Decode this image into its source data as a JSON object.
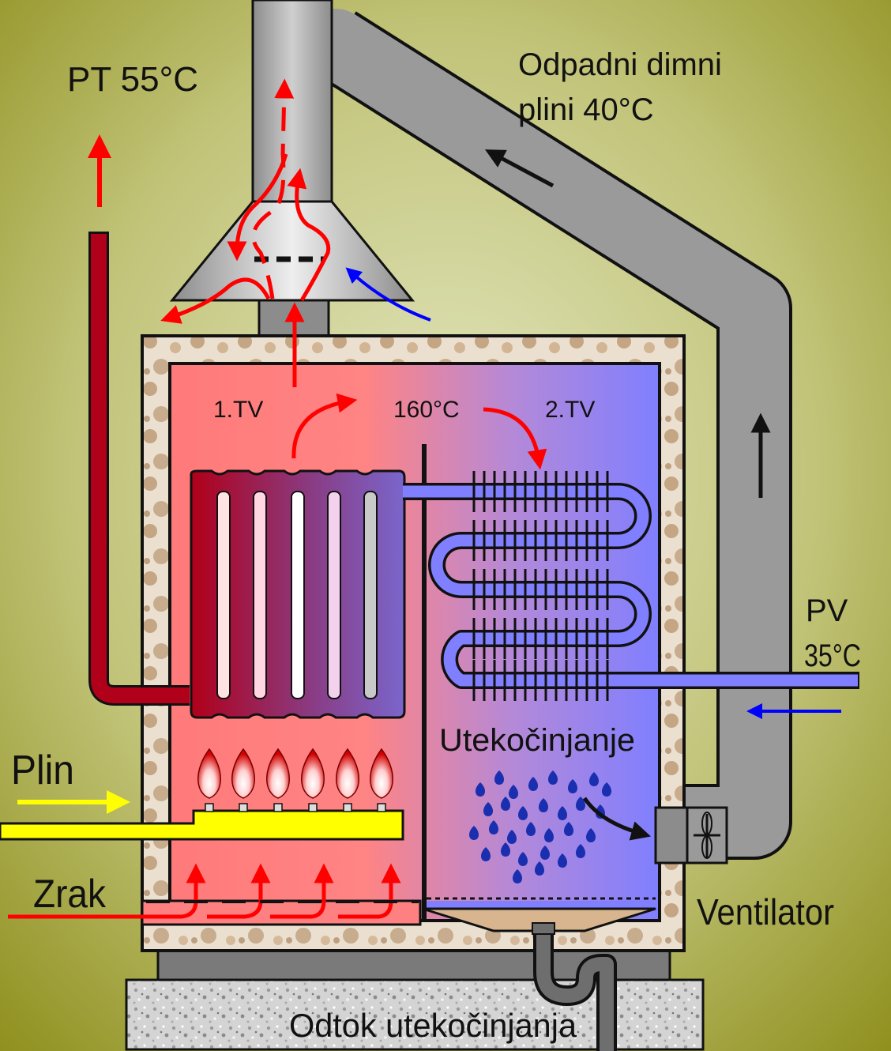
{
  "labels": {
    "hot_water_out": "PT 55°C",
    "exhaust_line1": "Odpadni dimni",
    "exhaust_line2": "plini 40°C",
    "exchanger_1": "1.TV",
    "exchanger_2": "2.TV",
    "flue_temp": "160°C",
    "return_water_line1": "PV",
    "return_water_line2": "35°C",
    "condensation": "Utekočinjanje",
    "gas": "Plin",
    "air": "Zrak",
    "fan": "Ventilator",
    "condensate_drain": "Odtok utekočinjanja"
  },
  "colors": {
    "background_center": "#e0e3b8",
    "background_edge": "#8e8f1c",
    "hot_side": "#ff7f7f",
    "cold_side": "#7f7fff",
    "hot_pipe": "#b0001a",
    "gas_pipe": "#ffff00",
    "flow_arrow_hot": "#ff0000",
    "flow_arrow_cold": "#0000ff",
    "flue_gray": "#9a9a9a"
  }
}
